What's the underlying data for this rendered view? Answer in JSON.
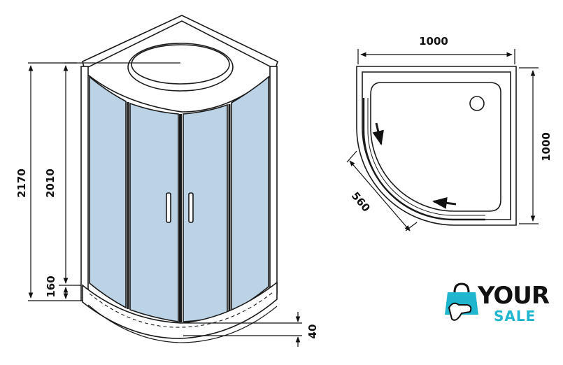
{
  "colors": {
    "glass": "#bcd3e6",
    "frame": "#1a1a1a",
    "brand_dark": "#111111",
    "brand_accent": "#1fb5cf"
  },
  "dimensions": {
    "total_height": "2170",
    "cabin_height": "2010",
    "tray_height": "160",
    "tray_step": "40",
    "width": "1000",
    "depth": "1000",
    "door_opening": "560"
  },
  "logo": {
    "word_top": "YOUR",
    "word_bottom": "SALE",
    "icon": "shopping-bag-hand-icon"
  }
}
